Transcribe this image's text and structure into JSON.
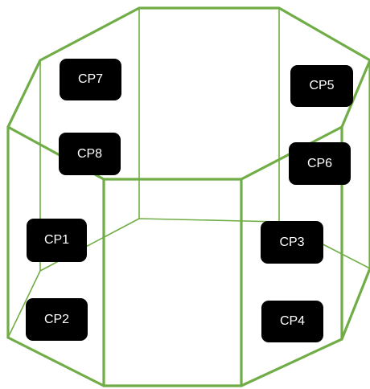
{
  "colors": {
    "frame": "#70ad47",
    "box_fill": "#000000",
    "box_text": "#ffffff",
    "background": "#ffffff"
  },
  "labels": {
    "cp1": "CP1",
    "cp2": "CP2",
    "cp3": "CP3",
    "cp4": "CP4",
    "cp5": "CP5",
    "cp6": "CP6",
    "cp7": "CP7",
    "cp8": "CP8"
  }
}
